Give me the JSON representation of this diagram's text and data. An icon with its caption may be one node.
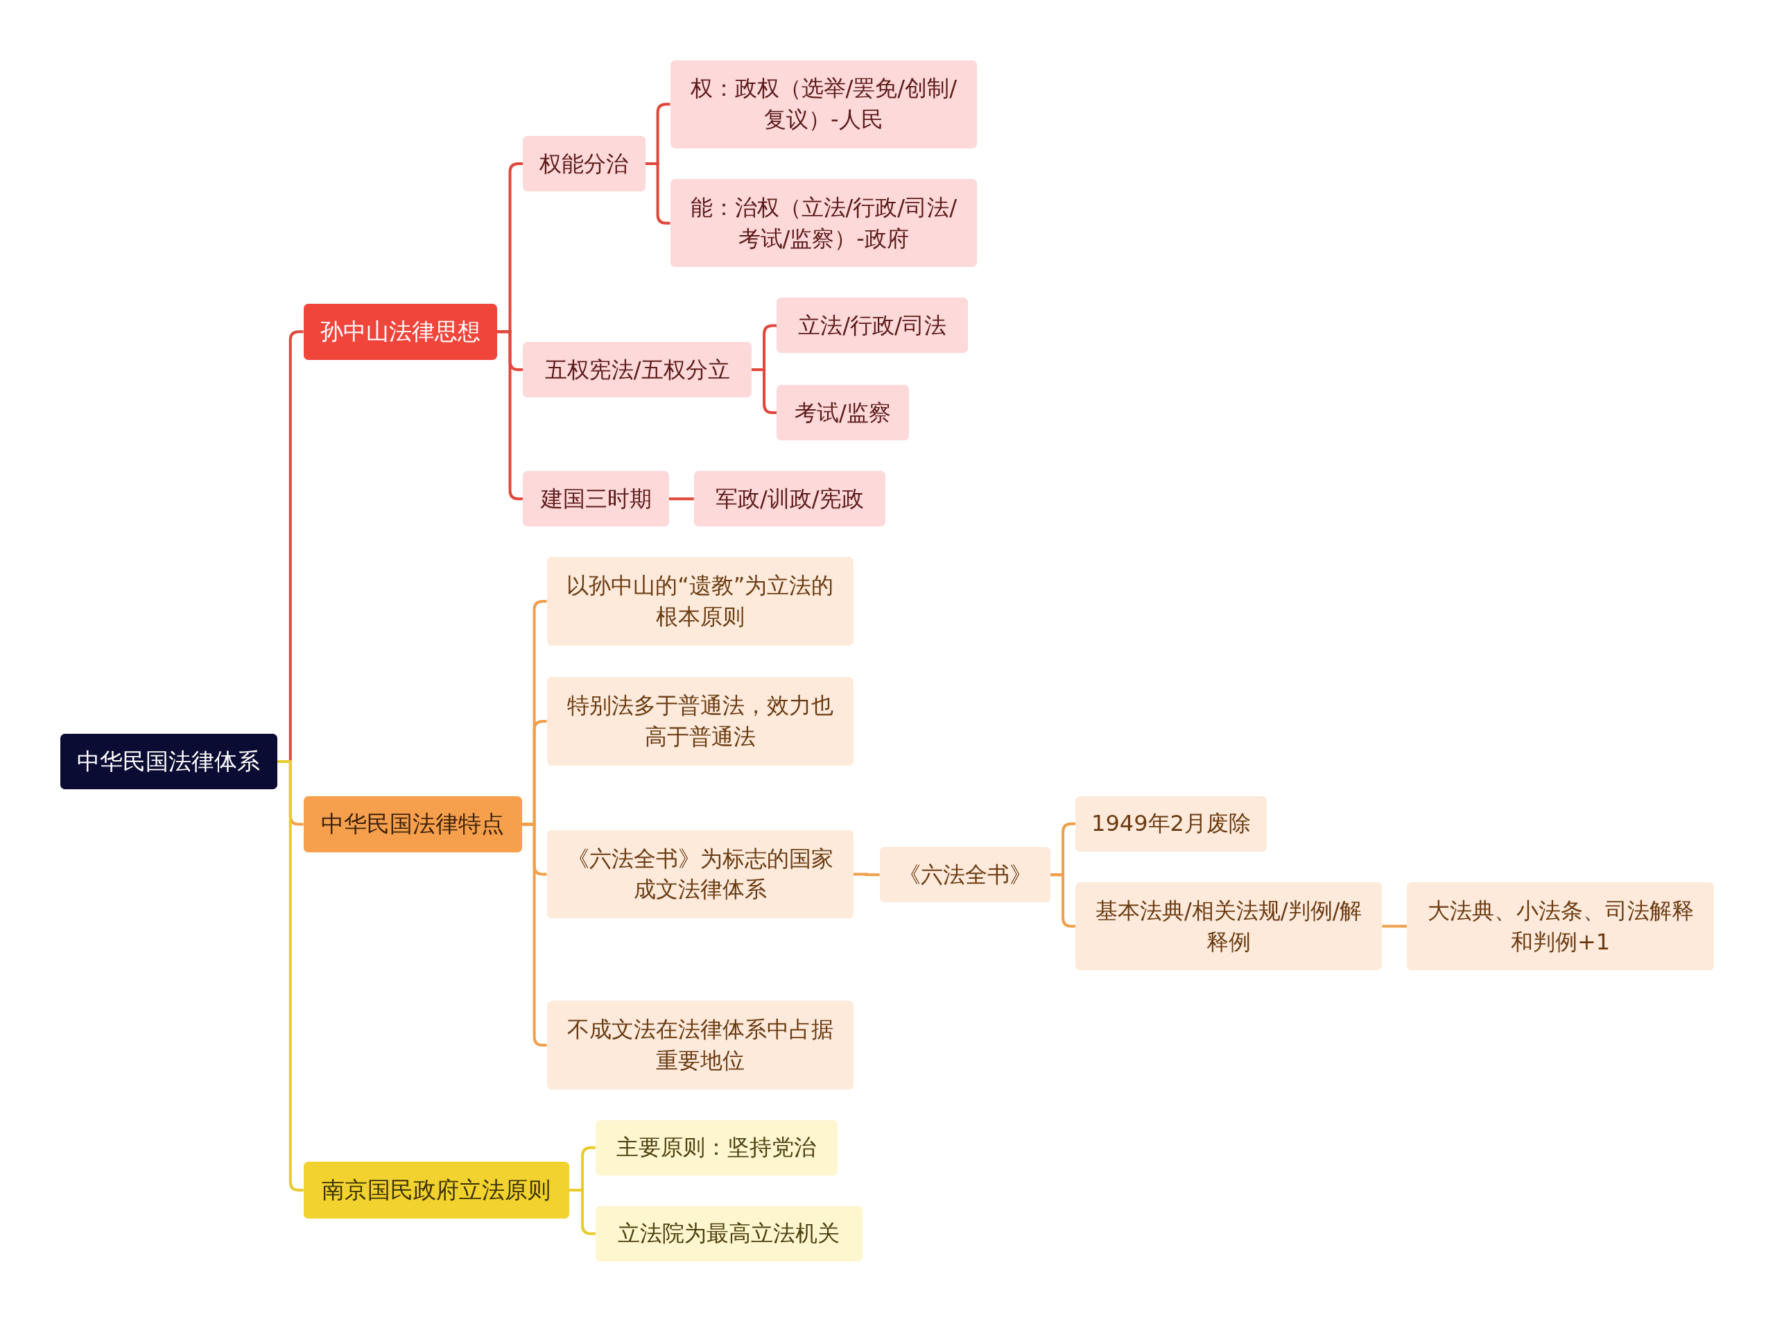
{
  "diagram": {
    "nodes": [
      {
        "text": [
          "中华民国法律体系"
        ]
      },
      {
        "text": [
          "孙中山法律思想"
        ]
      },
      {
        "text": [
          "权能分治"
        ]
      },
      {
        "text": [
          "权：政权（选举/罢免/创制/复议）-人民"
        ]
      },
      {
        "text": [
          "能：治权（立法/行政/司法/考试/监察）-政府"
        ]
      },
      {
        "text": [
          "五权宪法/五权分立"
        ]
      },
      {
        "text": [
          "立法/行政/司法"
        ]
      },
      {
        "text": [
          "考试/监察"
        ]
      },
      {
        "text": [
          "建国三时期"
        ]
      },
      {
        "text": [
          "军政/训政/宪政"
        ]
      },
      {
        "text": [
          "中华民国法律特点"
        ]
      },
      {
        "text": [
          "以孙中山的“遗教”为立法的根本原则"
        ]
      },
      {
        "text": [
          "特别法多于普通法，效力也高于普通法"
        ]
      },
      {
        "text": [
          "《六法全书》为标志的国家成文法律体系"
        ]
      },
      {
        "text": [
          "《六法全书》"
        ]
      },
      {
        "text": [
          "1949年2月废除"
        ]
      },
      {
        "text": [
          "基本法典/相关法规/判例/解释例"
        ]
      },
      {
        "text": [
          "大法典、小法条、司法解释和判例+1"
        ]
      },
      {
        "text": [
          "不成文法在法律体系中占据重要地位"
        ]
      },
      {
        "text": [
          "南京国民政府立法原则"
        ]
      },
      {
        "text": [
          "主要原则：坚持党治"
        ]
      },
      {
        "text": [
          "立法院为最高立法机关"
        ]
      }
    ],
    "edges": [
      {
        "from": 0,
        "to": 1,
        "arrow": "none",
        "color": "#e0473c"
      },
      {
        "from": 1,
        "to": 2,
        "arrow": "none",
        "color": "#e0473c"
      },
      {
        "from": 2,
        "to": 3,
        "arrow": "none",
        "color": "#e0473c"
      },
      {
        "from": 2,
        "to": 4,
        "arrow": "none",
        "color": "#e0473c"
      },
      {
        "from": 1,
        "to": 5,
        "arrow": "none",
        "color": "#e0473c"
      },
      {
        "from": 5,
        "to": 6,
        "arrow": "none",
        "color": "#e0473c"
      },
      {
        "from": 5,
        "to": 7,
        "arrow": "none",
        "color": "#e0473c"
      },
      {
        "from": 1,
        "to": 8,
        "arrow": "none",
        "color": "#e0473c"
      },
      {
        "from": 8,
        "to": 9,
        "arrow": "none",
        "color": "#e0473c"
      },
      {
        "from": 0,
        "to": 10,
        "arrow": "none",
        "color": "#f0a04c"
      },
      {
        "from": 10,
        "to": 11,
        "arrow": "none",
        "color": "#f0a04c"
      },
      {
        "from": 10,
        "to": 12,
        "arrow": "none",
        "color": "#f0a04c"
      },
      {
        "from": 10,
        "to": 13,
        "arrow": "none",
        "color": "#f0a04c"
      },
      {
        "from": 13,
        "to": 14,
        "arrow": "none",
        "color": "#f0a04c"
      },
      {
        "from": 14,
        "to": 15,
        "arrow": "none",
        "color": "#f0a04c"
      },
      {
        "from": 14,
        "to": 16,
        "arrow": "none",
        "color": "#f0a04c"
      },
      {
        "from": 16,
        "to": 17,
        "arrow": "none",
        "color": "#f0a04c"
      },
      {
        "from": 10,
        "to": 18,
        "arrow": "none",
        "color": "#f0a04c"
      },
      {
        "from": 0,
        "to": 19,
        "arrow": "none",
        "color": "#e8cb2c"
      },
      {
        "from": 19,
        "to": 20,
        "arrow": "none",
        "color": "#e8cb2c"
      },
      {
        "from": 19,
        "to": 21,
        "arrow": "none",
        "color": "#e8cb2c"
      }
    ]
  }
}
